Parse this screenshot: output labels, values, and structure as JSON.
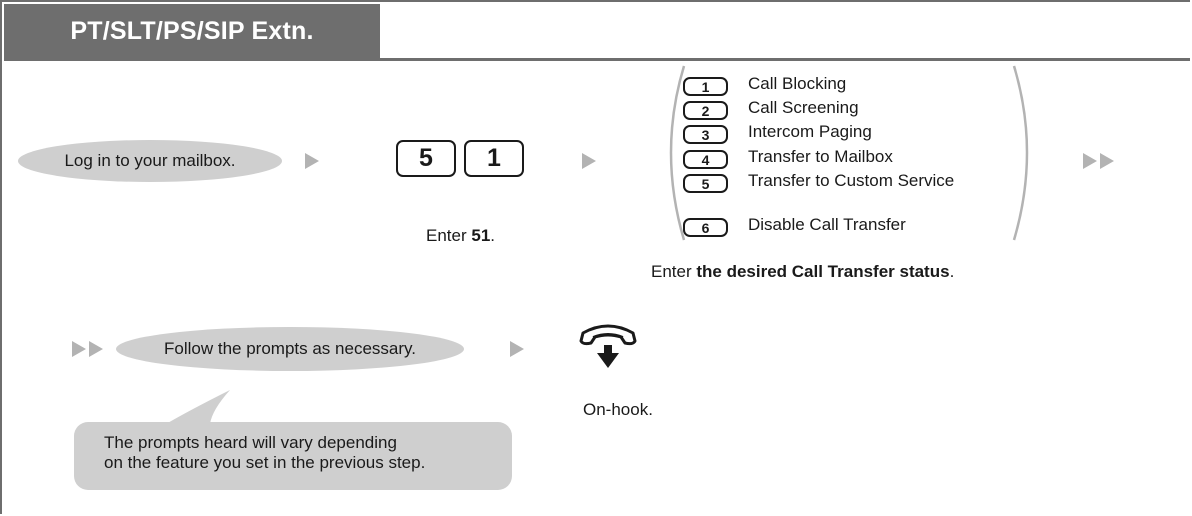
{
  "header": {
    "title": "PT/SLT/PS/SIP Extn."
  },
  "steps": {
    "login": "Log in to your mailbox.",
    "keys": [
      "5",
      "1"
    ],
    "enter_prefix": "Enter ",
    "enter_value": "51",
    "enter_suffix": ".",
    "options": [
      {
        "key": "1",
        "label": "Call Blocking"
      },
      {
        "key": "2",
        "label": "Call Screening"
      },
      {
        "key": "3",
        "label": "Intercom Paging"
      },
      {
        "key": "4",
        "label": "Transfer to Mailbox"
      },
      {
        "key": "5",
        "label": "Transfer to Custom Service"
      },
      {
        "key": "6",
        "label": "Disable Call Transfer"
      }
    ],
    "status_prefix": "Enter ",
    "status_value": "the desired Call Transfer status",
    "status_suffix": ".",
    "follow": "Follow the prompts as necessary.",
    "onhook": "On-hook.",
    "note": [
      "The prompts heard will vary depending",
      "on the feature you set in the previous step."
    ]
  },
  "colors": {
    "header_bg": "#6e6e6e",
    "oval_bg": "#cfcfcf",
    "arrow": "#b3b3b3",
    "ink": "#1a1a1a"
  },
  "icons": {
    "arrow": "right-triangle-icon",
    "handset": "on-hook-handset-icon"
  }
}
